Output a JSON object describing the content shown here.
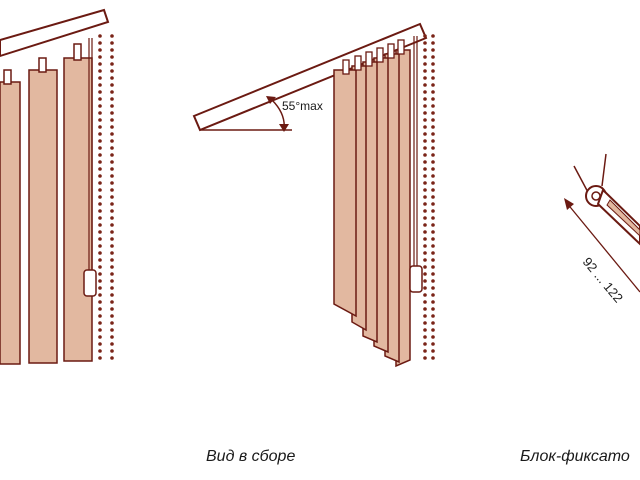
{
  "labels": {
    "angle": "55°max",
    "length_range": "92 ... 122"
  },
  "captions": {
    "assembled_view": "Вид в сборе",
    "lock_block": "Блок-фиксато"
  },
  "colors": {
    "outline": "#6b1a12",
    "slat_fill": "#e2b8a0",
    "cord_bead": "#7a2418",
    "text": "#1a1a1a"
  }
}
